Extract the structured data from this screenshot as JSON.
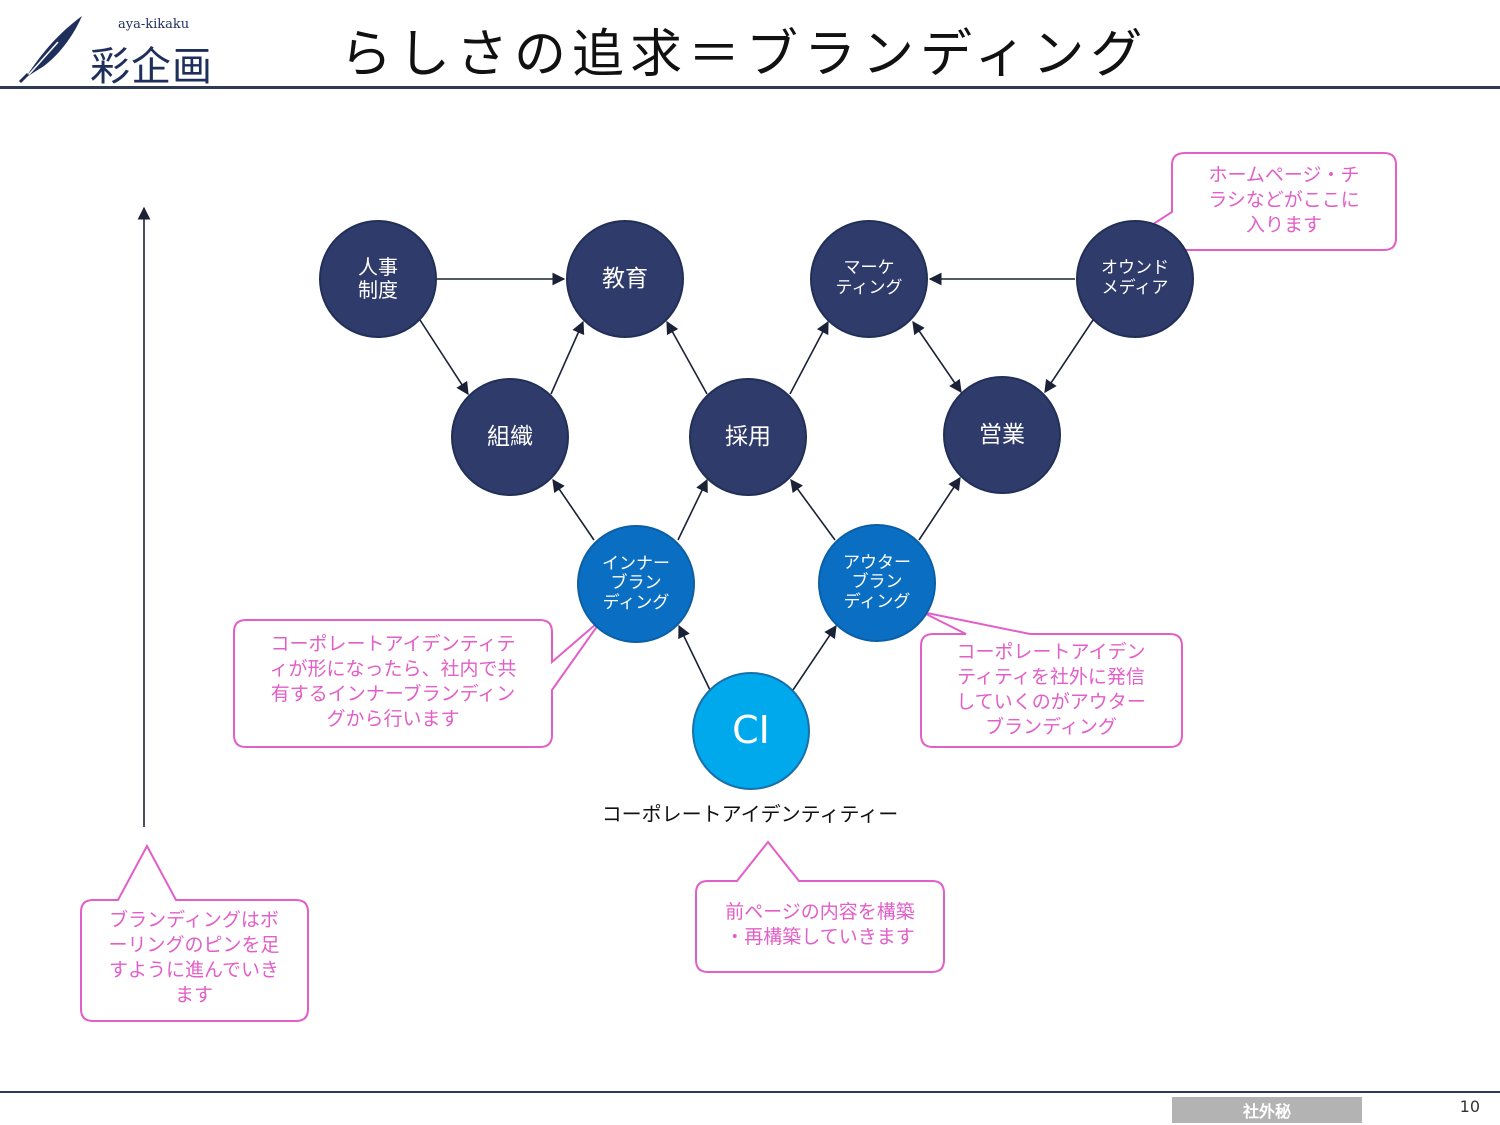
{
  "header": {
    "logo_sub": "aya-kikaku",
    "logo_main": "彩企画",
    "title": "らしさの追求＝ブランディング"
  },
  "nodes": [
    {
      "id": "jinji",
      "label": "人事\n制度"
    },
    {
      "id": "kyouiku",
      "label": "教育"
    },
    {
      "id": "marketing",
      "label": "マーケ\nティング"
    },
    {
      "id": "owned",
      "label": "オウンド\nメディア"
    },
    {
      "id": "soshiki",
      "label": "組織"
    },
    {
      "id": "saiyou",
      "label": "採用"
    },
    {
      "id": "eigyou",
      "label": "営業"
    },
    {
      "id": "inner",
      "label": "インナー\nブラン\nディング"
    },
    {
      "id": "outer",
      "label": "アウター\nブラン\nディング"
    },
    {
      "id": "ci",
      "label": "CI"
    }
  ],
  "ci_caption": "コーポレートアイデンティティー",
  "callouts": {
    "homepage": "ホームページ・チ\nラシなどがここに\n入ります",
    "inner": "コーポレートアイデンティテ\nィが形になったら、社内で共\n有するインナーブランディン\nグから行います",
    "outer": "コーポレートアイデン\nティティを社外に発信\nしていくのがアウター\nブランディング",
    "bowling": "ブランディングはボ\nーリングのピンを足\nすように進んでいき\nます",
    "prev_page": "前ページの内容を構築\n・再構築していきます"
  },
  "footer": {
    "badge": "社外秘",
    "page_number": "10"
  },
  "colors": {
    "node_dark": "#2f3b6a",
    "node_mid": "#0a6fc2",
    "node_light": "#00a8ec",
    "callout": "#e25ec8",
    "rule": "#2e3a55"
  }
}
